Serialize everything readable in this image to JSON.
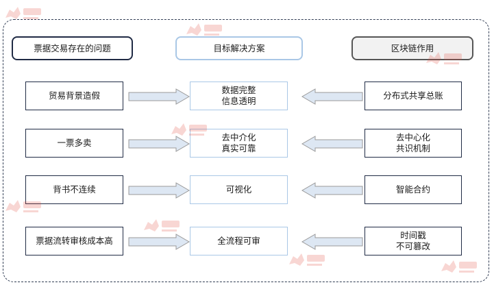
{
  "headers": {
    "left": "票据交易存在的问题",
    "middle": "目标解决方案",
    "right": "区块链作用"
  },
  "rows": [
    {
      "problem": [
        "贸易背景造假"
      ],
      "solution": [
        "数据完整",
        "信息透明"
      ],
      "role": [
        "分布式共享总账"
      ]
    },
    {
      "problem": [
        "一票多卖"
      ],
      "solution": [
        "去中介化",
        "真实可靠"
      ],
      "role": [
        "去中心化",
        "共识机制"
      ]
    },
    {
      "problem": [
        "背书不连续"
      ],
      "solution": [
        "可视化"
      ],
      "role": [
        "智能合约"
      ]
    },
    {
      "problem": [
        "票据流转审核成本高"
      ],
      "solution": [
        "全流程可审"
      ],
      "role": [
        "时间戳",
        "不可篡改"
      ]
    }
  ],
  "colors": {
    "dark_border": "#1f2a44",
    "light_border": "#a9c7e6",
    "arrow_fill": "#dde7f3",
    "arrow_stroke": "#9a9a9a",
    "watermark": "#e24a3b"
  },
  "watermark_icon": "bull-logo-icon"
}
